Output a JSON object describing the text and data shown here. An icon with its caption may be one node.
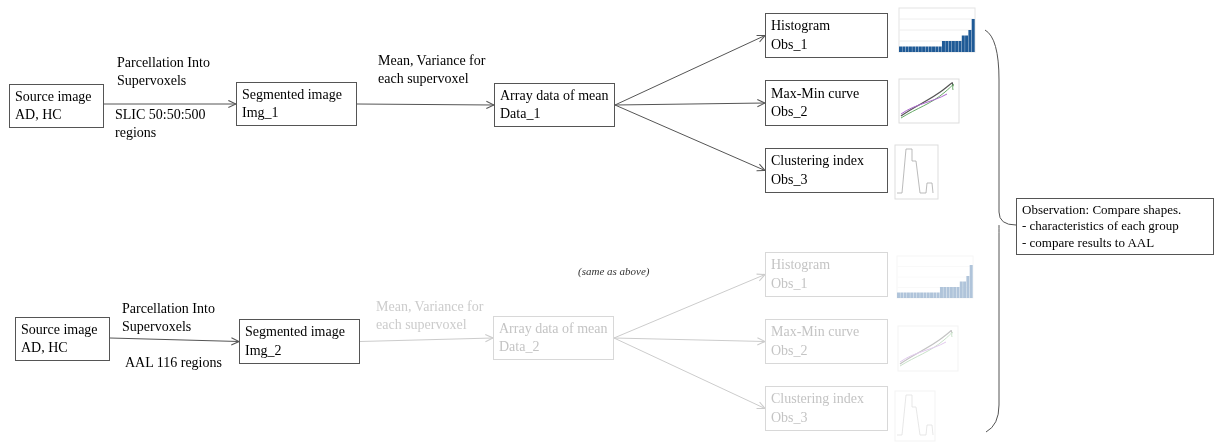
{
  "diagram": {
    "nodes": [
      {
        "text": [
          "Source image",
          "AD, HC"
        ]
      },
      {
        "text": [
          "Segmented image",
          "Img_1"
        ]
      },
      {
        "text": [
          "Array data of mean",
          "Data_1"
        ]
      },
      {
        "text": [
          "Histogram",
          "Obs_1"
        ]
      },
      {
        "text": [
          "Max-Min curve",
          "Obs_2"
        ]
      },
      {
        "text": [
          "Clustering index",
          "Obs_3"
        ]
      },
      {
        "text": [
          "Source image",
          "AD, HC"
        ]
      },
      {
        "text": [
          "Segmented image",
          "Img_2"
        ]
      },
      {
        "text": [
          "Array data of mean",
          "Data_2"
        ]
      },
      {
        "text": [
          "Histogram",
          "Obs_1"
        ]
      },
      {
        "text": [
          "Max-Min curve",
          "Obs_2"
        ]
      },
      {
        "text": [
          "Clustering index",
          "Obs_3"
        ]
      },
      {
        "text": [
          "Observation: Compare shapes.",
          "- characteristics of each group",
          "- compare results to AAL"
        ]
      }
    ],
    "edges": [
      {
        "from": 0,
        "to": 1,
        "arrow": "to",
        "label": "Parcellation Into Supervoxels"
      },
      {
        "from": 1,
        "to": 2,
        "arrow": "to",
        "label": "Mean, Variance for each supervoxel"
      },
      {
        "from": 2,
        "to": 3,
        "arrow": "to"
      },
      {
        "from": 2,
        "to": 4,
        "arrow": "to"
      },
      {
        "from": 2,
        "to": 5,
        "arrow": "to"
      },
      {
        "from": 6,
        "to": 7,
        "arrow": "to",
        "label": "Parcellation Into Supervoxels"
      },
      {
        "from": 7,
        "to": 8,
        "arrow": "to",
        "label": "Mean, Variance for each supervoxel",
        "color": "#cccccc"
      },
      {
        "from": 8,
        "to": 9,
        "arrow": "to",
        "color": "#cccccc"
      },
      {
        "from": 8,
        "to": 10,
        "arrow": "to",
        "color": "#cccccc"
      },
      {
        "from": 8,
        "to": 11,
        "arrow": "to",
        "color": "#cccccc"
      }
    ],
    "labels": [
      "SLIC 50:50:500 regions",
      "(same as above)",
      "AAL 116 regions"
    ]
  }
}
